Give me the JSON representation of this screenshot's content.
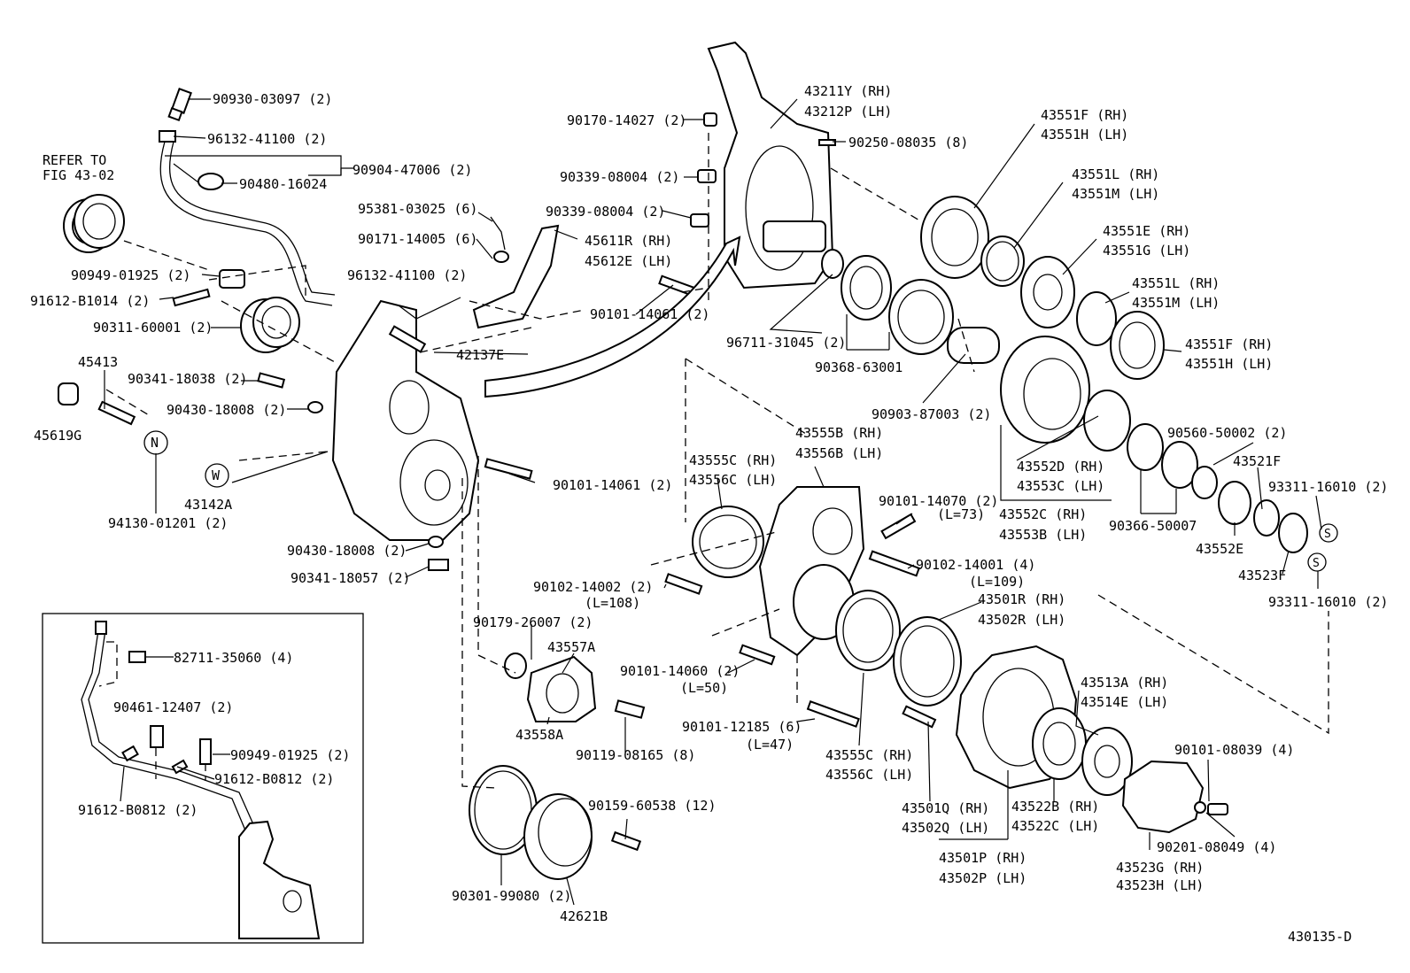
{
  "diagram_id": "430135-D",
  "refer_note": [
    "REFER TO",
    "FIG 43-02"
  ],
  "symbols": {
    "n": "N",
    "w": "W",
    "s": "S"
  },
  "labels": {
    "p90930": "90930-03097 (2)",
    "p96132a": "96132-41100 (2)",
    "p90904": "90904-47006 (2)",
    "p90480": "90480-16024",
    "p90949a": "90949-01925 (2)",
    "p91612a": "91612-B1014 (2)",
    "p90311": "90311-60001 (2)",
    "p45413": "45413",
    "p90341a": "90341-18038 (2)",
    "p90430a": "90430-18008 (2)",
    "p45619": "45619G",
    "p94130": "94130-01201 (2)",
    "p43142": "43142A",
    "p95381": "95381-03025 (6)",
    "p90171": "90171-14005 (6)",
    "p96132b": "96132-41100 (2)",
    "p42137": "42137E",
    "p90170": "90170-14027 (2)",
    "p90339a": "90339-08004 (2)",
    "p90339b": "90339-08004 (2)",
    "p45611": [
      "45611R (RH)",
      "45612E (LH)"
    ],
    "p90101a": "90101-14061 (2)",
    "p43211": [
      "43211Y (RH)",
      "43212P (LH)"
    ],
    "p90250": "90250-08035 (8)",
    "p43551f1": [
      "43551F (RH)",
      "43551H (LH)"
    ],
    "p43551l1": [
      "43551L (RH)",
      "43551M (LH)"
    ],
    "p43551e": [
      "43551E (RH)",
      "43551G (LH)"
    ],
    "p43551l2": [
      "43551L (RH)",
      "43551M (LH)"
    ],
    "p43551f2": [
      "43551F (RH)",
      "43551H (LH)"
    ],
    "p96711": "96711-31045 (2)",
    "p90368": "90368-63001",
    "p90903": "90903-87003 (2)",
    "p43552d": [
      "43552D (RH)",
      "43553C (LH)"
    ],
    "p43552c": [
      "43552C (RH)",
      "43553B (LH)"
    ],
    "p90560": "90560-50002 (2)",
    "p43521": "43521F",
    "p93311a": "93311-16010 (2)",
    "p90366": "90366-50007",
    "p43552e": "43552E",
    "p43523f": "43523F",
    "p93311b": "93311-16010 (2)",
    "p43555b": [
      "43555B (RH)",
      "43556B (LH)"
    ],
    "p43555c1": [
      "43555C (RH)",
      "43556C (LH)"
    ],
    "p90101b": "90101-14061 (2)",
    "p90101c": [
      "90101-14070 (2)",
      "(L=73)"
    ],
    "p90102a": [
      "90102-14001 (4)",
      "(L=109)"
    ],
    "p90102b": [
      "90102-14002 (2)",
      "(L=108)"
    ],
    "p90430b": "90430-18008 (2)",
    "p90341b": "90341-18057 (2)",
    "p90179": "90179-26007 (2)",
    "p43557": "43557A",
    "p43558": "43558A",
    "p90119": "90119-08165 (8)",
    "p90101d": [
      "90101-14060 (2)",
      "(L=50)"
    ],
    "p90101e": [
      "90101-12185 (6)",
      "(L=47)"
    ],
    "p43555c2": [
      "43555C (RH)",
      "43556C (LH)"
    ],
    "p43501r": [
      "43501R (RH)",
      "43502R (LH)"
    ],
    "p43513": [
      "43513A (RH)",
      "43514E (LH)"
    ],
    "p43501q": [
      "43501Q (RH)",
      "43502Q (LH)"
    ],
    "p43522": [
      "43522B (RH)",
      "43522C (LH)"
    ],
    "p43501p": [
      "43501P (RH)",
      "43502P (LH)"
    ],
    "p90101f": "90101-08039 (4)",
    "p90201": "90201-08049 (4)",
    "p43523g": [
      "43523G (RH)",
      "43523H (LH)"
    ],
    "p90159": "90159-60538 (12)",
    "p90301": "90301-99080 (2)",
    "p42621": "42621B",
    "p82711": "82711-35060 (4)",
    "p90461": "90461-12407 (2)",
    "p90949b": "90949-01925 (2)",
    "p91612b": "91612-B0812 (2)",
    "p91612c": "91612-B0812 (2)"
  }
}
